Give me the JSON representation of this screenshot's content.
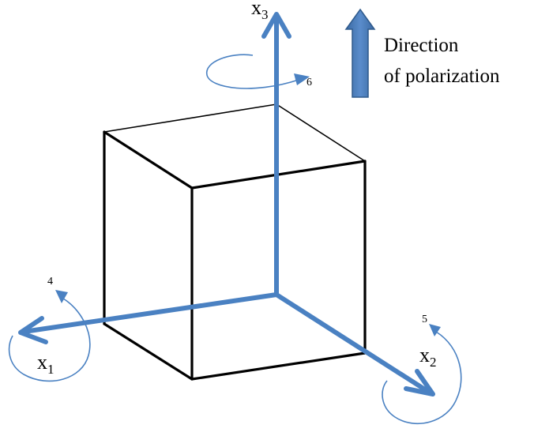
{
  "axes": {
    "x1": {
      "main": "x",
      "sub": "1"
    },
    "x2": {
      "main": "x",
      "sub": "2"
    },
    "x3": {
      "main": "x",
      "sub": "3"
    }
  },
  "rotations": {
    "r4": "4",
    "r5": "5",
    "r6": "6"
  },
  "legend": {
    "line1": "Direction",
    "line2": "of polarization"
  },
  "colors": {
    "axis": "#4a81c2",
    "legend_arrow": "#4f7fb8",
    "legend_arrow_edge": "#2f5a8c",
    "cube_edges": "#000000"
  }
}
